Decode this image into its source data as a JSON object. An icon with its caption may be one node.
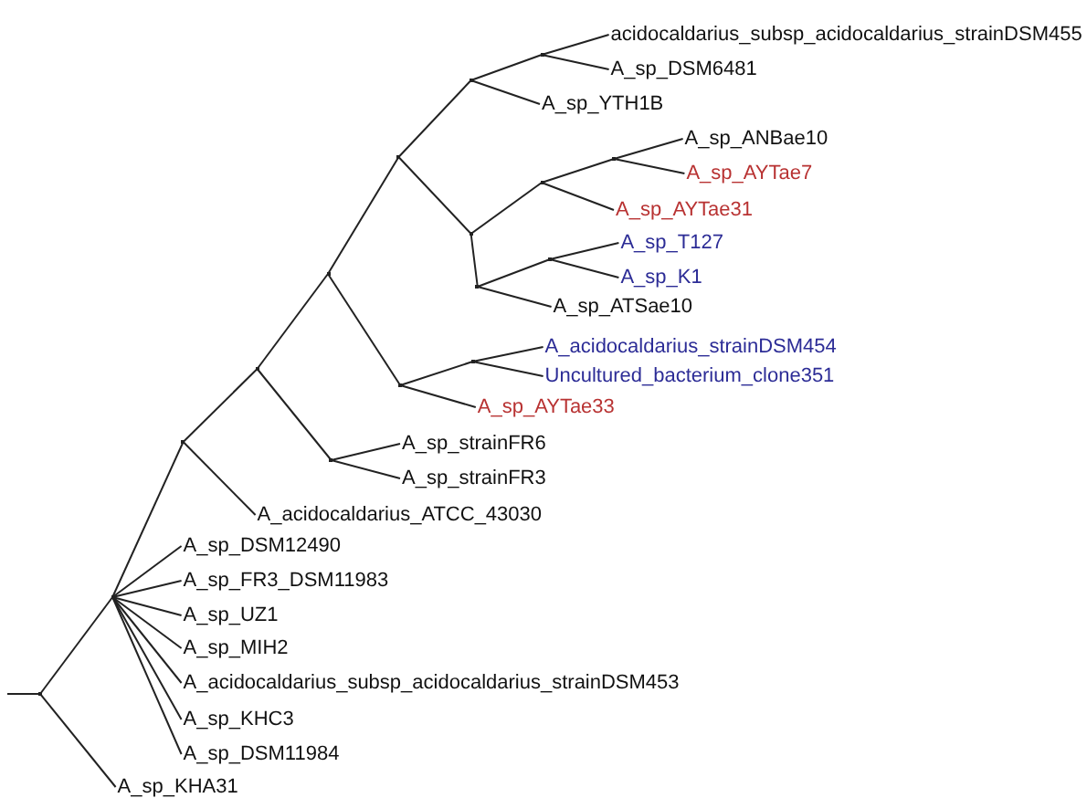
{
  "diagram": {
    "nodes": [
      {
        "text": [
          "acidocaldarius_subsp_acidocaldarius_strainDSM455"
        ]
      },
      {
        "text": [
          "A_sp_DSM6481"
        ]
      },
      {
        "text": [
          "A_sp_YTH1B"
        ]
      },
      {
        "text": [
          "A_sp_ANBae10"
        ]
      },
      {
        "text": [
          "A_sp_AYTae7"
        ]
      },
      {
        "text": [
          "A_sp_AYTae31"
        ]
      },
      {
        "text": [
          "A_sp_T127"
        ]
      },
      {
        "text": [
          "A_sp_K1"
        ]
      },
      {
        "text": [
          "A_sp_ATSae10"
        ]
      },
      {
        "text": [
          "A_acidocaldarius_strainDSM454"
        ]
      },
      {
        "text": [
          "Uncultured_bacterium_clone351"
        ]
      },
      {
        "text": [
          "A_sp_AYTae33"
        ]
      },
      {
        "text": [
          "A_sp_strainFR6"
        ]
      },
      {
        "text": [
          "A_sp_strainFR3"
        ]
      },
      {
        "text": [
          "A_acidocaldarius_ATCC_43030"
        ]
      },
      {
        "text": [
          "A_sp_DSM12490"
        ]
      },
      {
        "text": [
          "A_sp_FR3_DSM11983"
        ]
      },
      {
        "text": [
          "A_sp_UZ1"
        ]
      },
      {
        "text": [
          "A_sp_MIH2"
        ]
      },
      {
        "text": [
          "A_acidocaldarius_subsp_acidocaldarius_strainDSM453"
        ]
      },
      {
        "text": [
          "A_sp_KHC3"
        ]
      },
      {
        "text": [
          "A_sp_DSM11984"
        ]
      },
      {
        "text": [
          "A_sp_KHA31"
        ]
      },
      {
        "text": [],
        "shape": "point"
      },
      {
        "text": [],
        "shape": "point"
      },
      {
        "text": [],
        "shape": "point"
      },
      {
        "text": [],
        "shape": "point"
      },
      {
        "text": [],
        "shape": "point"
      },
      {
        "text": [],
        "shape": "point"
      },
      {
        "text": [],
        "shape": "point"
      },
      {
        "text": [],
        "shape": "point"
      },
      {
        "text": [],
        "shape": "point"
      },
      {
        "text": [],
        "shape": "point"
      },
      {
        "text": [],
        "shape": "point"
      },
      {
        "text": [],
        "shape": "point"
      },
      {
        "text": [],
        "shape": "point"
      },
      {
        "text": [],
        "shape": "point"
      },
      {
        "text": [],
        "shape": "point"
      },
      {
        "text": [],
        "shape": "point"
      }
    ],
    "edges": [
      {
        "from": null,
        "to": 23,
        "arrow": "none"
      },
      {
        "from": 23,
        "to": 24,
        "arrow": "none"
      },
      {
        "from": 23,
        "to": 22,
        "arrow": "none"
      },
      {
        "from": 24,
        "to": 25,
        "arrow": "none"
      },
      {
        "from": 24,
        "to": 15,
        "arrow": "none"
      },
      {
        "from": 24,
        "to": 16,
        "arrow": "none"
      },
      {
        "from": 24,
        "to": 17,
        "arrow": "none"
      },
      {
        "from": 24,
        "to": 18,
        "arrow": "none"
      },
      {
        "from": 24,
        "to": 19,
        "arrow": "none"
      },
      {
        "from": 24,
        "to": 20,
        "arrow": "none"
      },
      {
        "from": 24,
        "to": 21,
        "arrow": "none"
      },
      {
        "from": 25,
        "to": 26,
        "arrow": "none"
      },
      {
        "from": 25,
        "to": 14,
        "arrow": "none"
      },
      {
        "from": 26,
        "to": 28,
        "arrow": "none"
      },
      {
        "from": 26,
        "to": 27,
        "arrow": "none"
      },
      {
        "from": 27,
        "to": 12,
        "arrow": "none"
      },
      {
        "from": 27,
        "to": 13,
        "arrow": "none"
      },
      {
        "from": 28,
        "to": 31,
        "arrow": "none"
      },
      {
        "from": 28,
        "to": 29,
        "arrow": "none"
      },
      {
        "from": 29,
        "to": 30,
        "arrow": "none"
      },
      {
        "from": 29,
        "to": 11,
        "arrow": "none"
      },
      {
        "from": 30,
        "to": 9,
        "arrow": "none"
      },
      {
        "from": 30,
        "to": 10,
        "arrow": "none"
      },
      {
        "from": 31,
        "to": 32,
        "arrow": "none"
      },
      {
        "from": 31,
        "to": 34,
        "arrow": "none"
      },
      {
        "from": 32,
        "to": 33,
        "arrow": "none"
      },
      {
        "from": 32,
        "to": 2,
        "arrow": "none"
      },
      {
        "from": 33,
        "to": 0,
        "arrow": "none"
      },
      {
        "from": 33,
        "to": 1,
        "arrow": "none"
      },
      {
        "from": 34,
        "to": 35,
        "arrow": "none"
      },
      {
        "from": 34,
        "to": 37,
        "arrow": "none"
      },
      {
        "from": 35,
        "to": 36,
        "arrow": "none"
      },
      {
        "from": 35,
        "to": 5,
        "arrow": "none"
      },
      {
        "from": 36,
        "to": 3,
        "arrow": "none"
      },
      {
        "from": 36,
        "to": 4,
        "arrow": "none"
      },
      {
        "from": 37,
        "to": 38,
        "arrow": "none"
      },
      {
        "from": 37,
        "to": 8,
        "arrow": "none"
      },
      {
        "from": 38,
        "to": 6,
        "arrow": "none"
      },
      {
        "from": 38,
        "to": 7,
        "arrow": "none"
      }
    ]
  }
}
